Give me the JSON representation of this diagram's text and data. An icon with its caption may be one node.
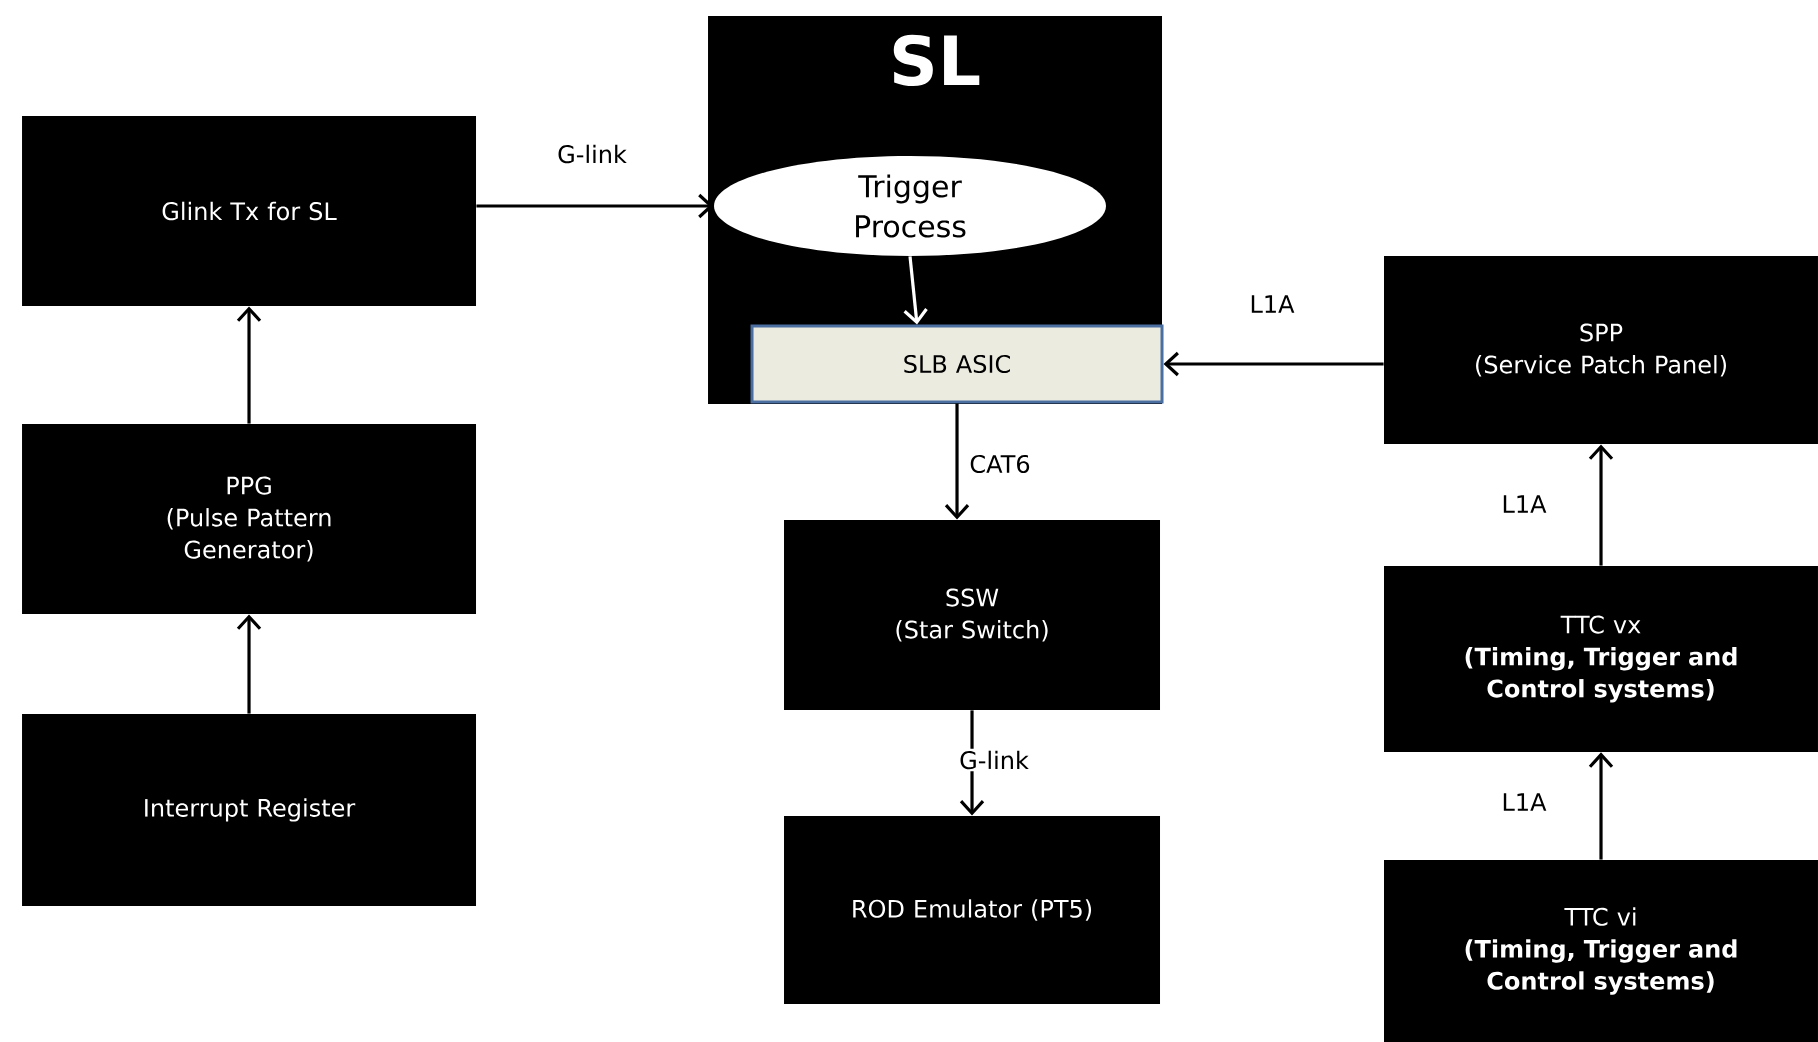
{
  "diagram": {
    "nodes": [
      {
        "text": [
          "SL"
        ]
      },
      {
        "text": [
          "Trigger Process"
        ],
        "in": 0
      },
      {
        "text": [
          "SLB ASIC"
        ],
        "in": 0
      },
      {
        "text": [
          "Glink Tx for SL"
        ]
      },
      {
        "text": [
          "SPP",
          "(Service Patch Panel)"
        ]
      },
      {
        "text": [
          "PPG",
          "(Pulse Pattern Generator)"
        ]
      },
      {
        "text": [
          "SSW",
          "(Star Switch)"
        ]
      },
      {
        "text": [
          "TTC vx",
          "(Timing, Trigger and Control systems)"
        ]
      },
      {
        "text": [
          "Interrupt Register"
        ]
      },
      {
        "text": [
          "ROD Emulator (PT5)"
        ]
      },
      {
        "text": [
          "TTC vi",
          "(Timing, Trigger and Control systems)"
        ]
      }
    ],
    "edges": [
      {
        "from": 3,
        "to": 1,
        "arrow": "to",
        "label": "G-link"
      },
      {
        "from": 1,
        "to": 2,
        "arrow": "to",
        "color": "#ffffff"
      },
      {
        "from": 4,
        "to": 2,
        "arrow": "to",
        "label": "L1A"
      },
      {
        "from": 2,
        "to": 6,
        "arrow": "to",
        "label": "CAT6"
      },
      {
        "from": 6,
        "to": 9,
        "arrow": "to",
        "label": "G-link"
      },
      {
        "from": 5,
        "to": 3,
        "arrow": "to"
      },
      {
        "from": 8,
        "to": 5,
        "arrow": "to"
      },
      {
        "from": 7,
        "to": 4,
        "arrow": "to",
        "label": "L1A"
      },
      {
        "from": 10,
        "to": 7,
        "arrow": "to",
        "label": "L1A"
      }
    ]
  }
}
